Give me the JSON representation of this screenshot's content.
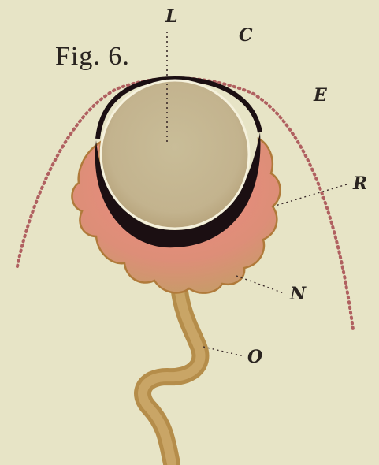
{
  "figure": {
    "title": "Fig. 6."
  },
  "labels": {
    "L": "L",
    "C": "C",
    "E": "E",
    "R": "R",
    "N": "N",
    "O": "O"
  },
  "colors": {
    "background": "#e7e4c6",
    "lens": "#c7b995",
    "pigment": "#1b0f12",
    "retina": "#d98a78",
    "nerve": "#b99550",
    "cornea_dots": "#b06060"
  }
}
